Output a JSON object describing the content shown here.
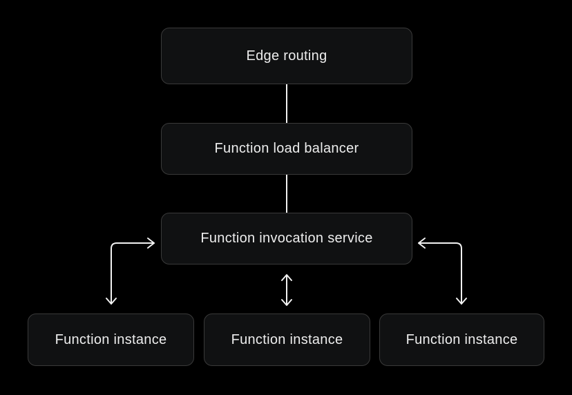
{
  "colors": {
    "background": "#000000",
    "node-fill": "#101112",
    "node-border": "#3a3a3a",
    "text": "#ededed",
    "arrow": "#f2f2f2"
  },
  "diagram": {
    "nodes": [
      {
        "id": "edge-routing",
        "label": "Edge routing"
      },
      {
        "id": "function-load-balancer",
        "label": "Function load balancer"
      },
      {
        "id": "function-invocation-service",
        "label": "Function invocation service"
      },
      {
        "id": "function-instance-1",
        "label": "Function instance"
      },
      {
        "id": "function-instance-2",
        "label": "Function instance"
      },
      {
        "id": "function-instance-3",
        "label": "Function instance"
      }
    ],
    "edges": [
      {
        "from": "edge-routing",
        "to": "function-load-balancer",
        "style": "line"
      },
      {
        "from": "function-load-balancer",
        "to": "function-invocation-service",
        "style": "line"
      },
      {
        "from": "function-invocation-service",
        "to": "function-instance-1",
        "style": "bidirectional-elbow-arrow"
      },
      {
        "from": "function-invocation-service",
        "to": "function-instance-2",
        "style": "bidirectional-straight-arrow"
      },
      {
        "from": "function-invocation-service",
        "to": "function-instance-3",
        "style": "bidirectional-elbow-arrow"
      }
    ]
  }
}
